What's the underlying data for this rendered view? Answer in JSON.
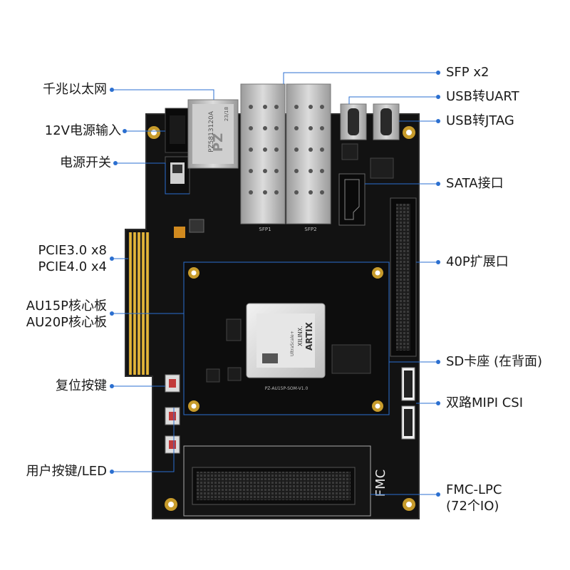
{
  "left_labels": [
    {
      "id": "gige",
      "text": "千兆以太网"
    },
    {
      "id": "power_in",
      "text": "12V电源输入"
    },
    {
      "id": "power_switch",
      "text": "电源开关"
    },
    {
      "id": "pcie_1",
      "text": "PCIE3.0 x8"
    },
    {
      "id": "pcie_2",
      "text": "PCIE4.0 x4"
    },
    {
      "id": "som_1",
      "text": "AU15P核心板"
    },
    {
      "id": "som_2",
      "text": "AU20P核心板"
    },
    {
      "id": "reset",
      "text": "复位按键"
    },
    {
      "id": "user_keys",
      "text": "用户按键/LED"
    }
  ],
  "right_labels": [
    {
      "id": "sfp",
      "text": "SFP x2"
    },
    {
      "id": "usb_uart",
      "text": "USB转UART"
    },
    {
      "id": "usb_jtag",
      "text": "USB转JTAG"
    },
    {
      "id": "sata",
      "text": "SATA接口"
    },
    {
      "id": "ext40",
      "text": "40P扩展口"
    },
    {
      "id": "sd",
      "text": "SD卡座 (在背面)"
    },
    {
      "id": "mipi",
      "text": "双路MIPI CSI"
    },
    {
      "id": "fmc_1",
      "text": "FMC-LPC"
    },
    {
      "id": "fmc_2",
      "text": "(72个IO)"
    }
  ],
  "board": {
    "chip_brand": "XILINX.",
    "chip_family": "ARTIX",
    "chip_sub": "UltraScale+",
    "som_silk": "PZ-AU15P-SOM-V1.0",
    "fmc_logo": "FMC",
    "rj45_code": "PZ5813120A",
    "rj45_logo": "PZ",
    "rj45_num": "23/18",
    "sfp_label_1": "SFP1",
    "sfp_label_2": "SFP2"
  },
  "colors": {
    "board": "#121212",
    "leader": "#2b6fd0",
    "gold": "#d8a830",
    "label_text": "#1a1a1a"
  }
}
